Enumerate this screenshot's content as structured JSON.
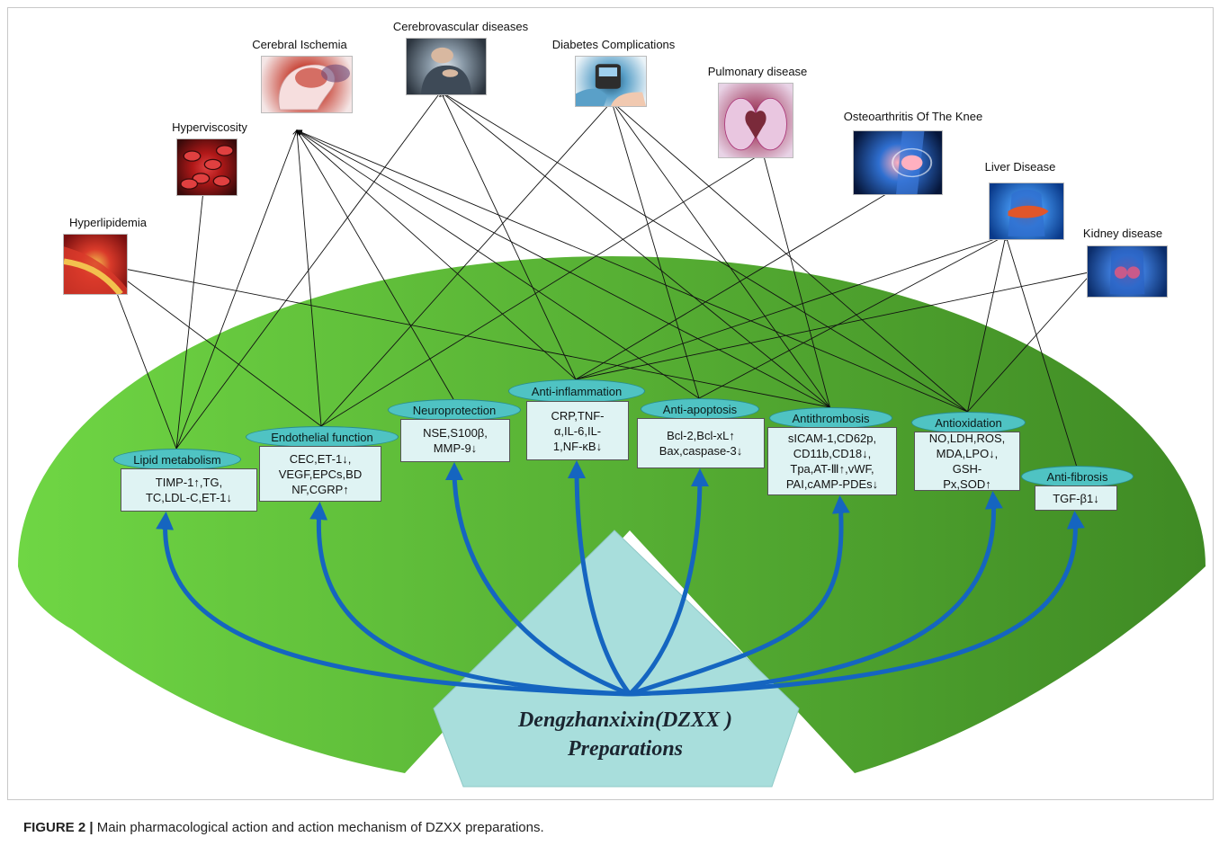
{
  "center": {
    "line1": "Dengzhanxixin(DZXX )",
    "line2": "Preparations"
  },
  "caption": {
    "label": "FIGURE 2 |",
    "text": "Main pharmacological action and action mechanism of DZXX preparations."
  },
  "diseases": [
    {
      "id": "hyperlipidemia",
      "label": "Hyperlipidemia",
      "icon": "artery-plaque-icon",
      "colors": [
        "#7a1010",
        "#d93a2a",
        "#f2c14e"
      ]
    },
    {
      "id": "hyperviscosity",
      "label": "Hyperviscosity",
      "icon": "blood-cells-icon",
      "colors": [
        "#3a0a0a",
        "#b01818",
        "#e04040"
      ]
    },
    {
      "id": "cerebral-ischemia",
      "label": "Cerebral Ischemia",
      "icon": "brain-head-icon",
      "colors": [
        "#f4e6e6",
        "#c9483b",
        "#6d4a7a"
      ]
    },
    {
      "id": "cerebrovascular",
      "label": "Cerebrovascular diseases",
      "icon": "chest-pain-person-icon",
      "colors": [
        "#2d3640",
        "#8a9aa8",
        "#d8dfe6"
      ]
    },
    {
      "id": "diabetes",
      "label": "Diabetes Complications",
      "icon": "glucose-meter-icon",
      "colors": [
        "#eaf3f8",
        "#5aa0c8",
        "#1f4e6b"
      ]
    },
    {
      "id": "pulmonary",
      "label": "Pulmonary disease",
      "icon": "lungs-heart-icon",
      "colors": [
        "#e8d3e6",
        "#b05a7a",
        "#7a2a3a"
      ]
    },
    {
      "id": "osteoarthritis",
      "label": "Osteoarthritis Of The Knee",
      "icon": "knee-joint-icon",
      "colors": [
        "#06163a",
        "#2f6fd0",
        "#ffb0c0"
      ]
    },
    {
      "id": "liver",
      "label": "Liver Disease",
      "icon": "liver-icon",
      "colors": [
        "#0a3a8a",
        "#3f8ee8",
        "#e0562a"
      ]
    },
    {
      "id": "kidney",
      "label": "Kidney disease",
      "icon": "kidney-icon",
      "colors": [
        "#0b2d6b",
        "#3c7ad8",
        "#c85a8a"
      ]
    }
  ],
  "mechanisms": [
    {
      "id": "lipid",
      "title": "Lipid metabolism",
      "body": "TIMP-1↑,TG,\nTC,LDL-C,ET-1↓"
    },
    {
      "id": "endothelial",
      "title": "Endothelial function",
      "body": "CEC,ET-1↓,\nVEGF,EPCs,BD\nNF,CGRP↑"
    },
    {
      "id": "neuro",
      "title": "Neuroprotection",
      "body": "NSE,S100β,\nMMP-9↓"
    },
    {
      "id": "inflam",
      "title": "Anti-inflammation",
      "body": "CRP,TNF-\nα,IL-6,IL-\n1,NF-κB↓"
    },
    {
      "id": "apoptosis",
      "title": "Anti-apoptosis",
      "body": "Bcl-2,Bcl-xL↑\nBax,caspase-3↓"
    },
    {
      "id": "thrombosis",
      "title": "Antithrombosis",
      "body": "sICAM-1,CD62p,\nCD11b,CD18↓,\nTpa,AT-Ⅲ↑,vWF,\nPAI,cAMP-PDEs↓"
    },
    {
      "id": "antiox",
      "title": "Antioxidation",
      "body": "NO,LDH,ROS,\nMDA,LPO↓,\nGSH-\nPx,SOD↑"
    },
    {
      "id": "fibrosis",
      "title": "Anti-fibrosis",
      "body": "TGF-β1↓"
    }
  ],
  "links": [
    [
      "lipid",
      "hyperlipidemia"
    ],
    [
      "lipid",
      "hyperviscosity"
    ],
    [
      "lipid",
      "cerebral-ischemia"
    ],
    [
      "lipid",
      "cerebrovascular"
    ],
    [
      "endothelial",
      "hyperlipidemia"
    ],
    [
      "endothelial",
      "cerebral-ischemia"
    ],
    [
      "endothelial",
      "diabetes"
    ],
    [
      "endothelial",
      "pulmonary"
    ],
    [
      "neuro",
      "cerebral-ischemia"
    ],
    [
      "inflam",
      "cerebral-ischemia"
    ],
    [
      "inflam",
      "cerebrovascular"
    ],
    [
      "inflam",
      "osteoarthritis"
    ],
    [
      "inflam",
      "liver"
    ],
    [
      "inflam",
      "kidney"
    ],
    [
      "apoptosis",
      "cerebral-ischemia"
    ],
    [
      "apoptosis",
      "diabetes"
    ],
    [
      "apoptosis",
      "liver"
    ],
    [
      "thrombosis",
      "hyperlipidemia"
    ],
    [
      "thrombosis",
      "cerebral-ischemia"
    ],
    [
      "thrombosis",
      "cerebrovascular"
    ],
    [
      "thrombosis",
      "diabetes"
    ],
    [
      "thrombosis",
      "pulmonary"
    ],
    [
      "antiox",
      "cerebral-ischemia"
    ],
    [
      "antiox",
      "cerebrovascular"
    ],
    [
      "antiox",
      "diabetes"
    ],
    [
      "antiox",
      "liver"
    ],
    [
      "antiox",
      "kidney"
    ],
    [
      "fibrosis",
      "liver"
    ]
  ],
  "colors": {
    "ellipse_light": "#6fd644",
    "ellipse_dark": "#3f8a24",
    "center_fill": "#a8dedc",
    "arrow_blue": "#1565c0",
    "oval_fill": "#4fc3c3",
    "box_fill": "#dff3f3"
  }
}
